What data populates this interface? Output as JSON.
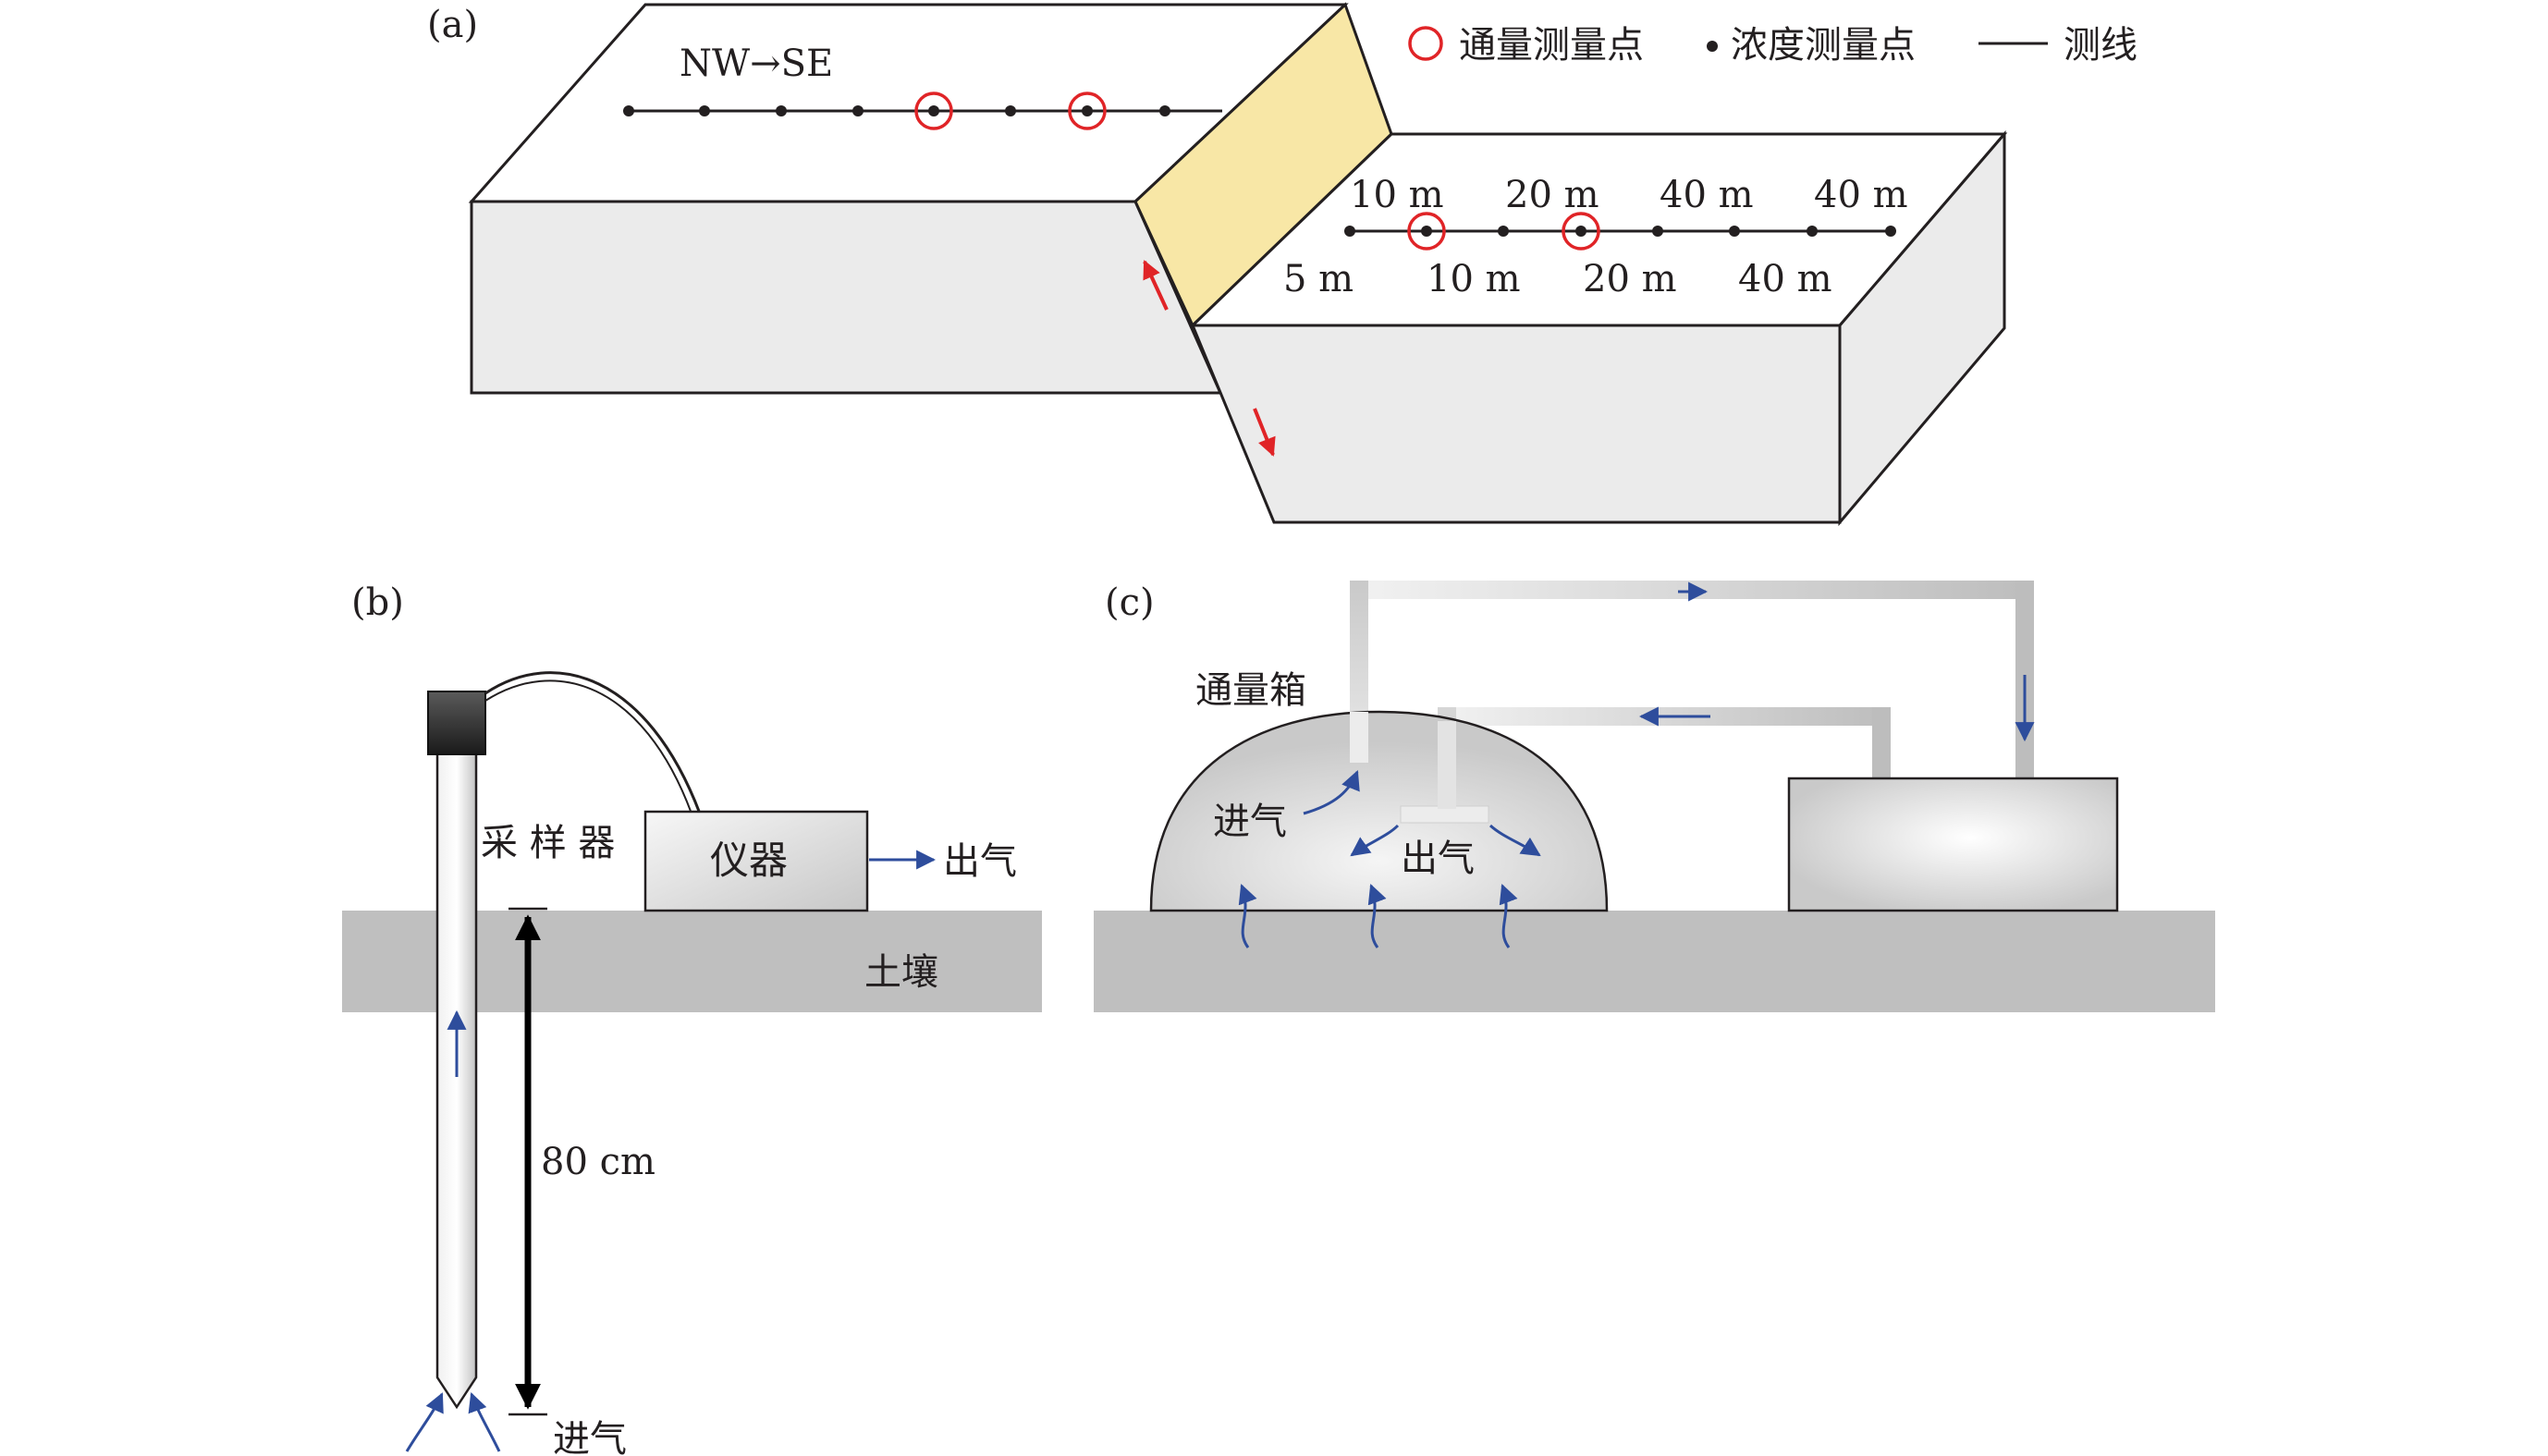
{
  "panel_a": {
    "label": "(a)",
    "direction": "NW→SE",
    "legend": {
      "flux_point": "通量测量点",
      "conc_point": "浓度测量点",
      "survey_line": "测线"
    },
    "spacing_top": [
      "10 m",
      "20 m",
      "40 m",
      "40 m"
    ],
    "spacing_bottom": [
      "5 m",
      "10 m",
      "20 m",
      "40 m"
    ]
  },
  "panel_b": {
    "label": "(b)",
    "sampler": "采 样 器",
    "instrument": "仪器",
    "outlet": "出气",
    "soil": "土壤",
    "depth": "80 cm",
    "inlet": "进气"
  },
  "panel_c": {
    "label": "(c)",
    "chamber": "通量箱",
    "inlet": "进气",
    "outlet": "出气"
  },
  "colors": {
    "fault_plane": "#f8e7a6",
    "block_face": "#ebebeb",
    "flux_circle": "#e02427",
    "flow_arrow": "#2e4d9c",
    "soil": "#bfbfbf"
  }
}
